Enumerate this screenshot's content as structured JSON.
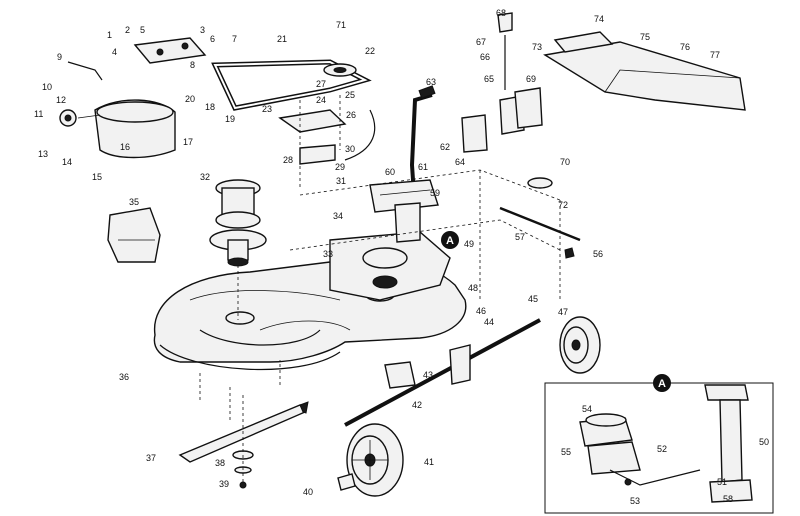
{
  "detail_marker": "A",
  "inset_marker": "A",
  "callouts": [
    {
      "id": "c1",
      "text": "1"
    },
    {
      "id": "c2",
      "text": "2"
    },
    {
      "id": "c3",
      "text": "3"
    },
    {
      "id": "c4",
      "text": "4"
    },
    {
      "id": "c5",
      "text": "5"
    },
    {
      "id": "c6",
      "text": "6"
    },
    {
      "id": "c7",
      "text": "7"
    },
    {
      "id": "c8",
      "text": "8"
    },
    {
      "id": "c9",
      "text": "9"
    },
    {
      "id": "c10",
      "text": "10"
    },
    {
      "id": "c11",
      "text": "11"
    },
    {
      "id": "c12",
      "text": "12"
    },
    {
      "id": "c13",
      "text": "13"
    },
    {
      "id": "c14",
      "text": "14"
    },
    {
      "id": "c15",
      "text": "15"
    },
    {
      "id": "c16",
      "text": "16"
    },
    {
      "id": "c17",
      "text": "17"
    },
    {
      "id": "c18",
      "text": "18"
    },
    {
      "id": "c19",
      "text": "19"
    },
    {
      "id": "c20",
      "text": "20"
    },
    {
      "id": "c21",
      "text": "21"
    },
    {
      "id": "c22",
      "text": "22"
    },
    {
      "id": "c23",
      "text": "23"
    },
    {
      "id": "c24",
      "text": "24"
    },
    {
      "id": "c25",
      "text": "25"
    },
    {
      "id": "c26",
      "text": "26"
    },
    {
      "id": "c27",
      "text": "27"
    },
    {
      "id": "c28",
      "text": "28"
    },
    {
      "id": "c29",
      "text": "29"
    },
    {
      "id": "c30",
      "text": "30"
    },
    {
      "id": "c31",
      "text": "31"
    },
    {
      "id": "c32",
      "text": "32"
    },
    {
      "id": "c33",
      "text": "33"
    },
    {
      "id": "c34",
      "text": "34"
    },
    {
      "id": "c35",
      "text": "35"
    },
    {
      "id": "c36",
      "text": "36"
    },
    {
      "id": "c37",
      "text": "37"
    },
    {
      "id": "c38",
      "text": "38"
    },
    {
      "id": "c39",
      "text": "39"
    },
    {
      "id": "c40",
      "text": "40"
    },
    {
      "id": "c41",
      "text": "41"
    },
    {
      "id": "c42",
      "text": "42"
    },
    {
      "id": "c43",
      "text": "43"
    },
    {
      "id": "c44",
      "text": "44"
    },
    {
      "id": "c45",
      "text": "45"
    },
    {
      "id": "c46",
      "text": "46"
    },
    {
      "id": "c47",
      "text": "47"
    },
    {
      "id": "c48",
      "text": "48"
    },
    {
      "id": "c49",
      "text": "49"
    },
    {
      "id": "c50",
      "text": "50"
    },
    {
      "id": "c51",
      "text": "51"
    },
    {
      "id": "c52",
      "text": "52"
    },
    {
      "id": "c53",
      "text": "53"
    },
    {
      "id": "c54",
      "text": "54"
    },
    {
      "id": "c55",
      "text": "55"
    },
    {
      "id": "c56",
      "text": "56"
    },
    {
      "id": "c57",
      "text": "57"
    },
    {
      "id": "c58",
      "text": "58"
    },
    {
      "id": "c59",
      "text": "59"
    },
    {
      "id": "c60",
      "text": "60"
    },
    {
      "id": "c61",
      "text": "61"
    },
    {
      "id": "c62",
      "text": "62"
    },
    {
      "id": "c63",
      "text": "63"
    },
    {
      "id": "c64",
      "text": "64"
    },
    {
      "id": "c65",
      "text": "65"
    },
    {
      "id": "c66",
      "text": "66"
    },
    {
      "id": "c67",
      "text": "67"
    },
    {
      "id": "c68",
      "text": "68"
    },
    {
      "id": "c69",
      "text": "69"
    },
    {
      "id": "c70",
      "text": "70"
    },
    {
      "id": "c71",
      "text": "71"
    },
    {
      "id": "c72",
      "text": "72"
    },
    {
      "id": "c73",
      "text": "73"
    },
    {
      "id": "c74",
      "text": "74"
    },
    {
      "id": "c75",
      "text": "75"
    },
    {
      "id": "c76",
      "text": "76"
    },
    {
      "id": "c77",
      "text": "77"
    }
  ]
}
